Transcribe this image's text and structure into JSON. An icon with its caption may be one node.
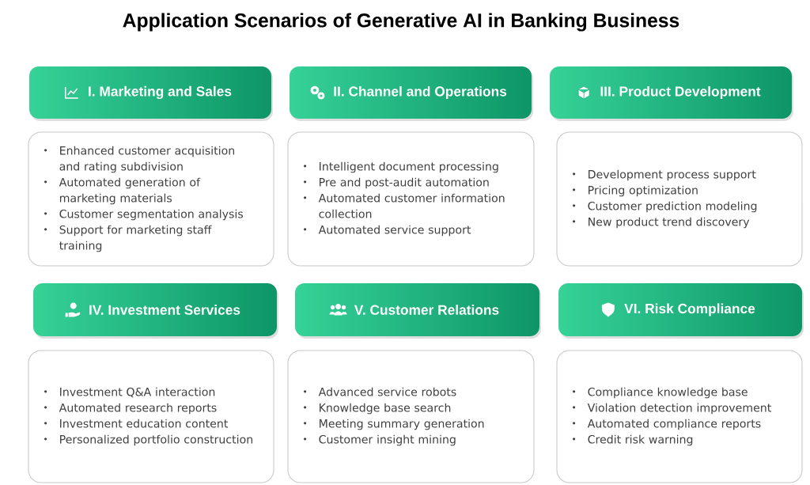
{
  "diagram": {
    "title": "Application Scenarios of Generative AI in Banking Business",
    "nodes": [
      {
        "text": [
          "I. Marketing and Sales"
        ]
      },
      {
        "text": [
          "II. Channel and Operations"
        ]
      },
      {
        "text": [
          "III. Product Development"
        ]
      },
      {
        "text": [
          "Enhanced customer acquisition and rating subdivision",
          "Automated generation of marketing materials",
          "Customer segmentation analysis",
          "Support for marketing staff training"
        ]
      },
      {
        "text": [
          "Intelligent document processing",
          "Pre and post-audit automation",
          "Automated customer information collection",
          "Automated service support"
        ]
      },
      {
        "text": [
          "Development process support",
          "Pricing optimization",
          "Customer prediction modeling",
          "New product trend discovery"
        ]
      },
      {
        "text": [
          "IV. Investment Services"
        ]
      },
      {
        "text": [
          "V. Customer Relations"
        ]
      },
      {
        "text": [
          "VI. Risk Compliance"
        ]
      },
      {
        "text": [
          "Investment Q&A interaction",
          "Automated research reports",
          "Investment education content",
          "Personalized portfolio construction"
        ]
      },
      {
        "text": [
          "Advanced service robots",
          "Knowledge base search",
          "Meeting summary generation",
          "Customer insight mining"
        ]
      },
      {
        "text": [
          "Compliance knowledge base",
          "Violation detection improvement",
          "Automated compliance reports",
          "Credit risk warning"
        ]
      }
    ],
    "edges": []
  }
}
